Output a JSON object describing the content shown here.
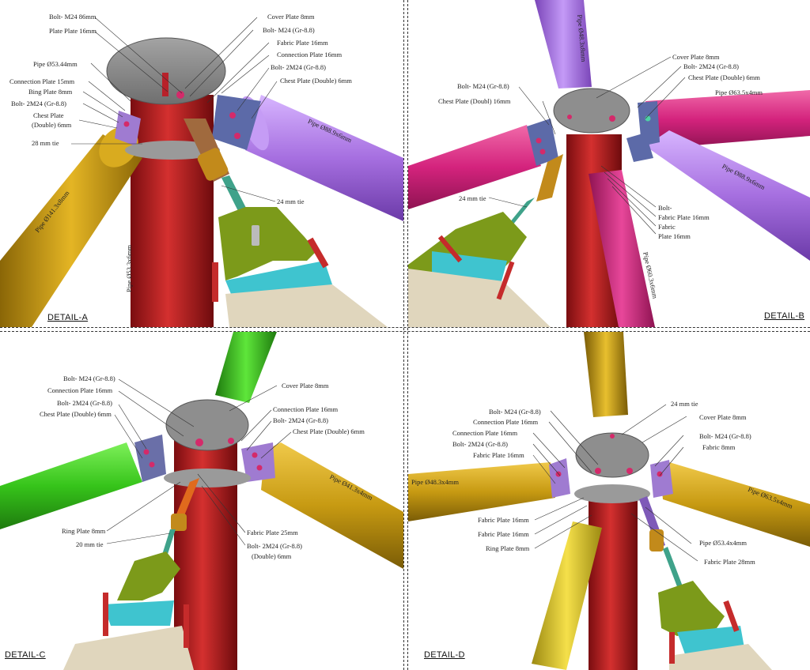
{
  "panels": {
    "a": {
      "title": "DETAIL-A",
      "labels": [
        "Bolt- M24 86mm",
        "Plate Plate 16mm",
        "Pipe Ø53.44mm",
        "Connection Plate 15mm",
        "Bing Plate 8mm",
        "Bolt- 2M24 (Gr-8.8)",
        "Chest Plate",
        "(Double) 6mm",
        "28 mm tie",
        "Cover Plate 8mm",
        "Bolt- M24 (Gr-8.8)",
        "Fabric Plate 16mm",
        "Connection Plate 16mm",
        "Bolt- 2M24 (Gr-8.8)",
        "Chest Plate (Double) 6mm",
        "24 mm tie"
      ],
      "rotated": [
        "Pipe Ø141.3x8mm",
        "Pipe Ø53.3x6mm",
        "Pipe Ø88.9x6mm"
      ]
    },
    "b": {
      "title": "DETAIL-B",
      "labels": [
        "Cover Plate 8mm",
        "Bolt- 2M24 (Gr-8.8)",
        "Chest Plate (Double) 6mm",
        "Bolt- M24 (Gr-8.8)",
        "Chest Plate (Doubl) 16mm",
        "Pipe Ø63.5x4mm",
        "24 mm tie",
        "Bolt-",
        "Fabric Plate 16mm",
        "Fabric",
        "Plate 16mm"
      ],
      "rotated": [
        "Pipe Ø48.3x8mm",
        "Pipe Ø88.9x6mm",
        "Pipe Ø60.3x6mm"
      ]
    },
    "c": {
      "title": "DETAIL-C",
      "labels": [
        "Bolt- M24 (Gr-8.8)",
        "Connection Plate 16mm",
        "Bolt- 2M24 (Gr-8.8)",
        "Chest Plate (Double) 6mm",
        "Cover Plate 8mm",
        "Connection Plate 16mm",
        "Bolt- 2M24 (Gr-8.8)",
        "Chest Plate (Double) 6mm",
        "Ring Plate 8mm",
        "20 mm tie",
        "Fabric Plate 25mm",
        "Bolt- 2M24 (Gr-8.8)",
        "(Double) 6mm"
      ],
      "rotated": [
        "Pipe Ø41.3x4mm"
      ]
    },
    "d": {
      "title": "DETAIL-D",
      "labels": [
        "Bolt- M24 (Gr-8.8)",
        "Connection Plate 16mm",
        "Connection Plate 16mm",
        "Bolt- 2M24 (Gr-8.8)",
        "Fabric Plate 16mm",
        "24 mm tie",
        "Cover Plate 8mm",
        "Bolt- M24 (Gr-8.8)",
        "Fabric 8mm",
        "Pipe Ø48.3x4mm",
        "Fabric Plate 16mm",
        "Fabric Plate 16mm",
        "Ring Plate 8mm",
        "Pipe Ø53.4x4mm",
        "Fabric Plate 28mm"
      ],
      "rotated": [
        "Pipe Ø63.5x4mm"
      ]
    }
  },
  "colors": {
    "column": "#b51f22",
    "purple": "#a66fe0",
    "magenta": "#d4237d",
    "gold": "#c79a12",
    "green": "#36c41a",
    "plate": "#8e8e8e",
    "olive": "#7c9a1a",
    "cyan": "#3fc4cf",
    "fabric": "#e0d6bd"
  }
}
